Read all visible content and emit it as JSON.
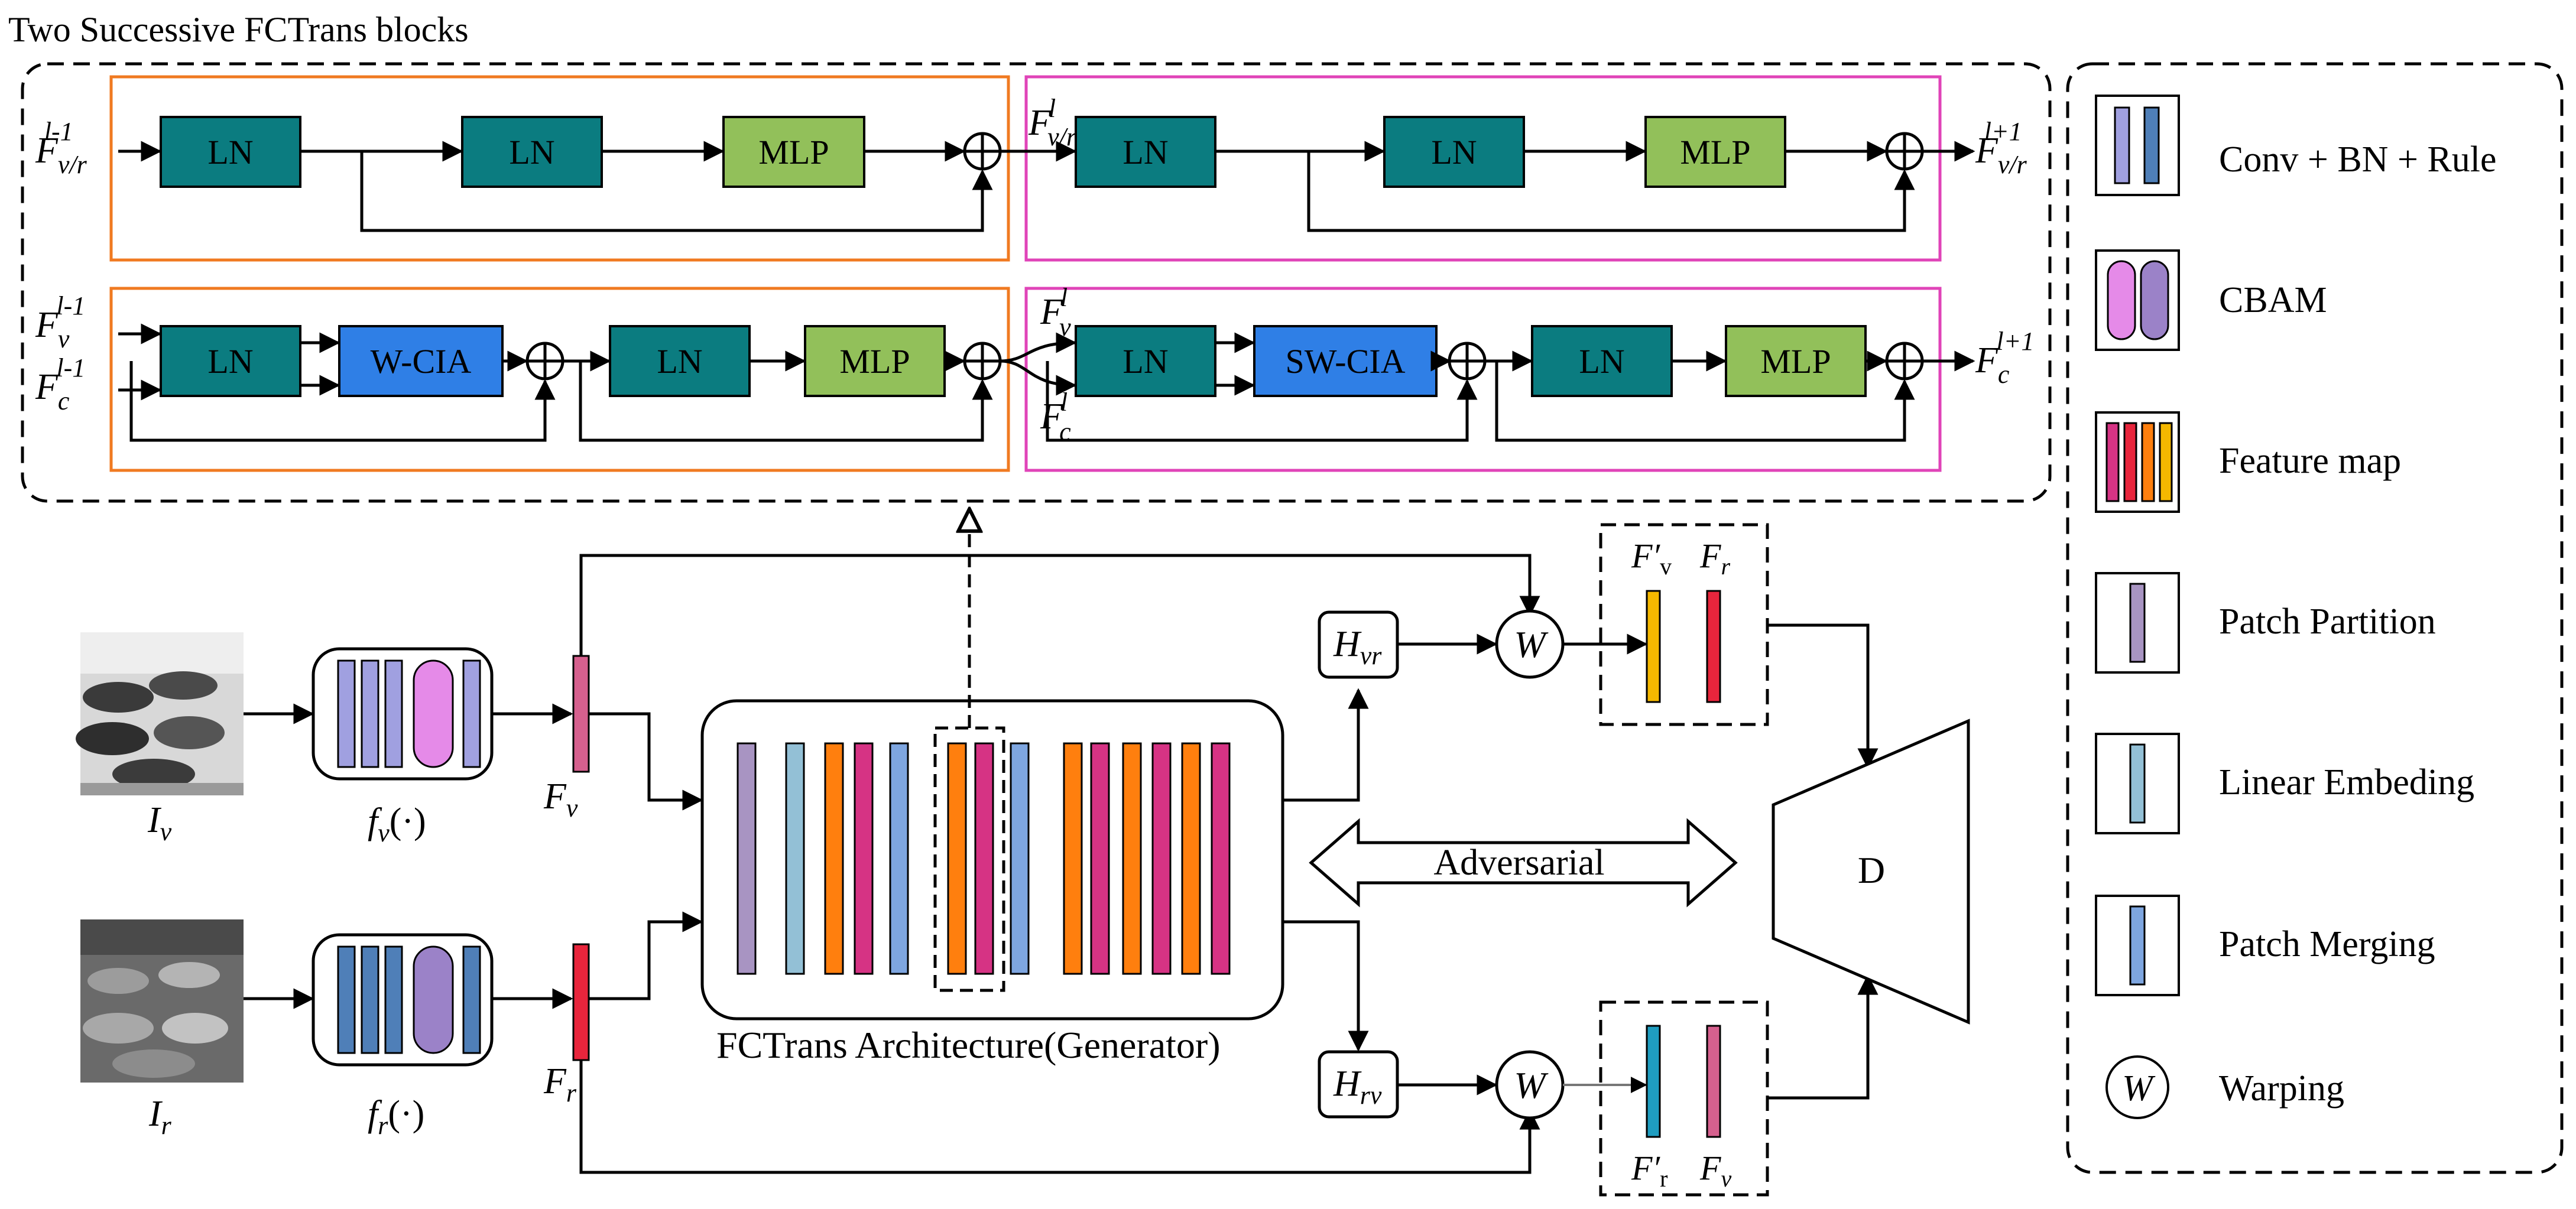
{
  "header": {
    "title": "Two Successive FCTrans blocks"
  },
  "blocks": {
    "ln": "LN",
    "mlp": "MLP",
    "wcia": "W-CIA",
    "swcia": "SW-CIA"
  },
  "symbols": {
    "f_vr": "F",
    "f_vr_sub": "v/r",
    "f_v": "F",
    "f_v_sub": "v",
    "f_c": "F",
    "f_c_sub": "c",
    "sup_l_minus_1": "l-1",
    "sup_l": "l",
    "sup_l_plus_1": "l+1",
    "i_v": "I",
    "i_v_sub": "v",
    "i_r": "I",
    "i_r_sub": "r",
    "fv_func": "f",
    "fv_func_sub": "v",
    "fr_func": "f",
    "fr_func_sub": "r",
    "func_arg": "(·)",
    "Fv": "F",
    "Fv_sub": "v",
    "Fr": "F",
    "Fr_sub": "r",
    "H_vr": "H",
    "H_vr_sub": "vr",
    "H_rv": "H",
    "H_rv_sub": "rv",
    "warp": "W",
    "Fprime_v": "F′",
    "Fprime_v_sub": "v",
    "Fprime_r": "F′",
    "Fprime_r_sub": "r",
    "F_r_pair": "F",
    "F_r_pair_sub": "r",
    "F_v_pair": "F",
    "F_v_pair_sub": "v"
  },
  "generator": {
    "caption": "FCTrans Architecture(Generator)"
  },
  "adversarial": {
    "label": "Adversarial"
  },
  "discriminator": {
    "label": "D"
  },
  "legend": {
    "items": [
      {
        "label": "Conv + BN + Rule"
      },
      {
        "label": "CBAM"
      },
      {
        "label": "Feature map"
      },
      {
        "label": "Patch Partition"
      },
      {
        "label": "Linear Embeding"
      },
      {
        "label": "Patch Merging"
      },
      {
        "label": "Warping"
      }
    ]
  },
  "colors": {
    "ln_fill": "#0b7c80",
    "mlp_fill": "#92c05a",
    "cia_fill": "#2f7fe6",
    "orange_frame": "#f07a21",
    "magenta_frame": "#e044b8",
    "conv_v": "#a0a0e0",
    "conv_r": "#4f7fb8",
    "cbam_v": "#e58ae8",
    "cbam_r": "#9b82c8",
    "patch_partition": "#a894c2",
    "linear_embed": "#93c0d6",
    "patch_merge": "#7ea6e0",
    "feat_orange": "#ff7f0e",
    "feat_pink": "#d63384",
    "feat_red": "#e8253c",
    "feat_yellow": "#f5b800",
    "feat_teal": "#1f9dc0"
  }
}
